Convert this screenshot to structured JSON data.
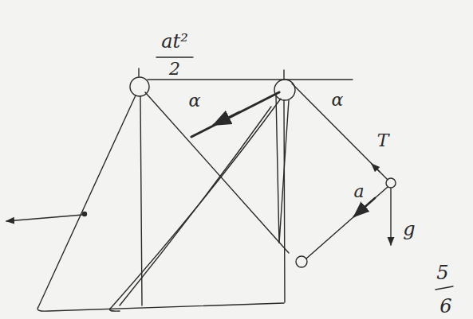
{
  "diagram": {
    "labels": [
      "at²",
      "2",
      "α",
      "α",
      "T",
      "a",
      "g",
      "5",
      "6"
    ]
  }
}
